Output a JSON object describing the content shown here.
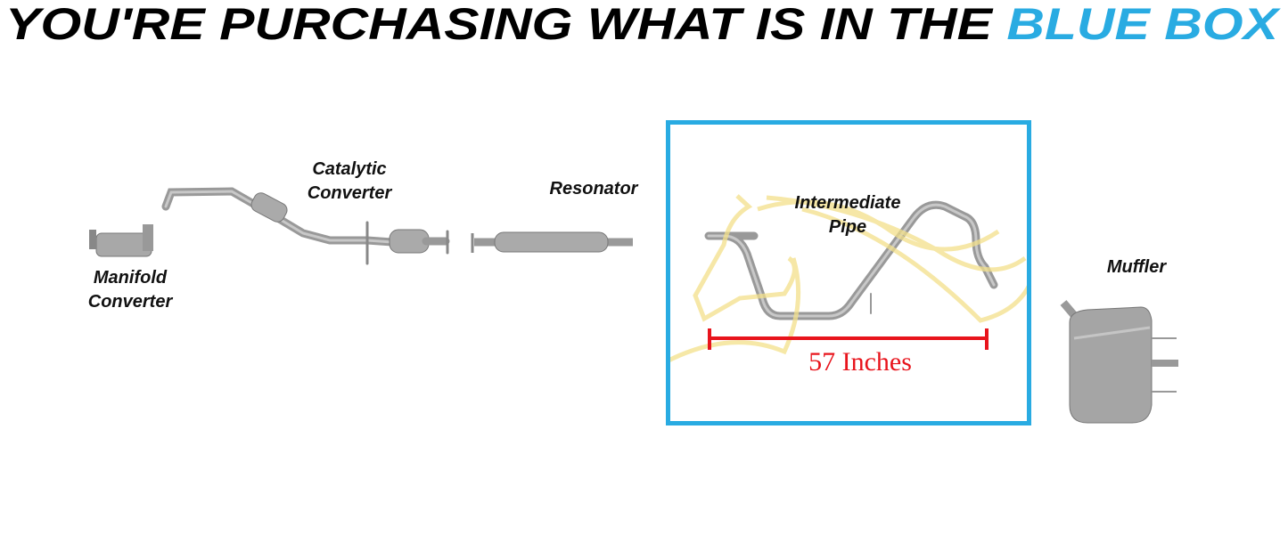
{
  "title": {
    "part1": "YOU'RE PURCHASING WHAT IS IN THE ",
    "part2": "BLUE BOX"
  },
  "colors": {
    "title": "#000000",
    "highlight": "#29abe2",
    "measure": "#e8141c",
    "pipe": "#9a9a9a"
  },
  "parts": {
    "manifold": [
      "Manifold",
      "Converter"
    ],
    "catalytic": [
      "Catalytic",
      "Converter"
    ],
    "resonator": "Resonator",
    "intermediate": [
      "Intermediate",
      "Pipe"
    ],
    "muffler": "Muffler"
  },
  "measurement": "57 Inches"
}
